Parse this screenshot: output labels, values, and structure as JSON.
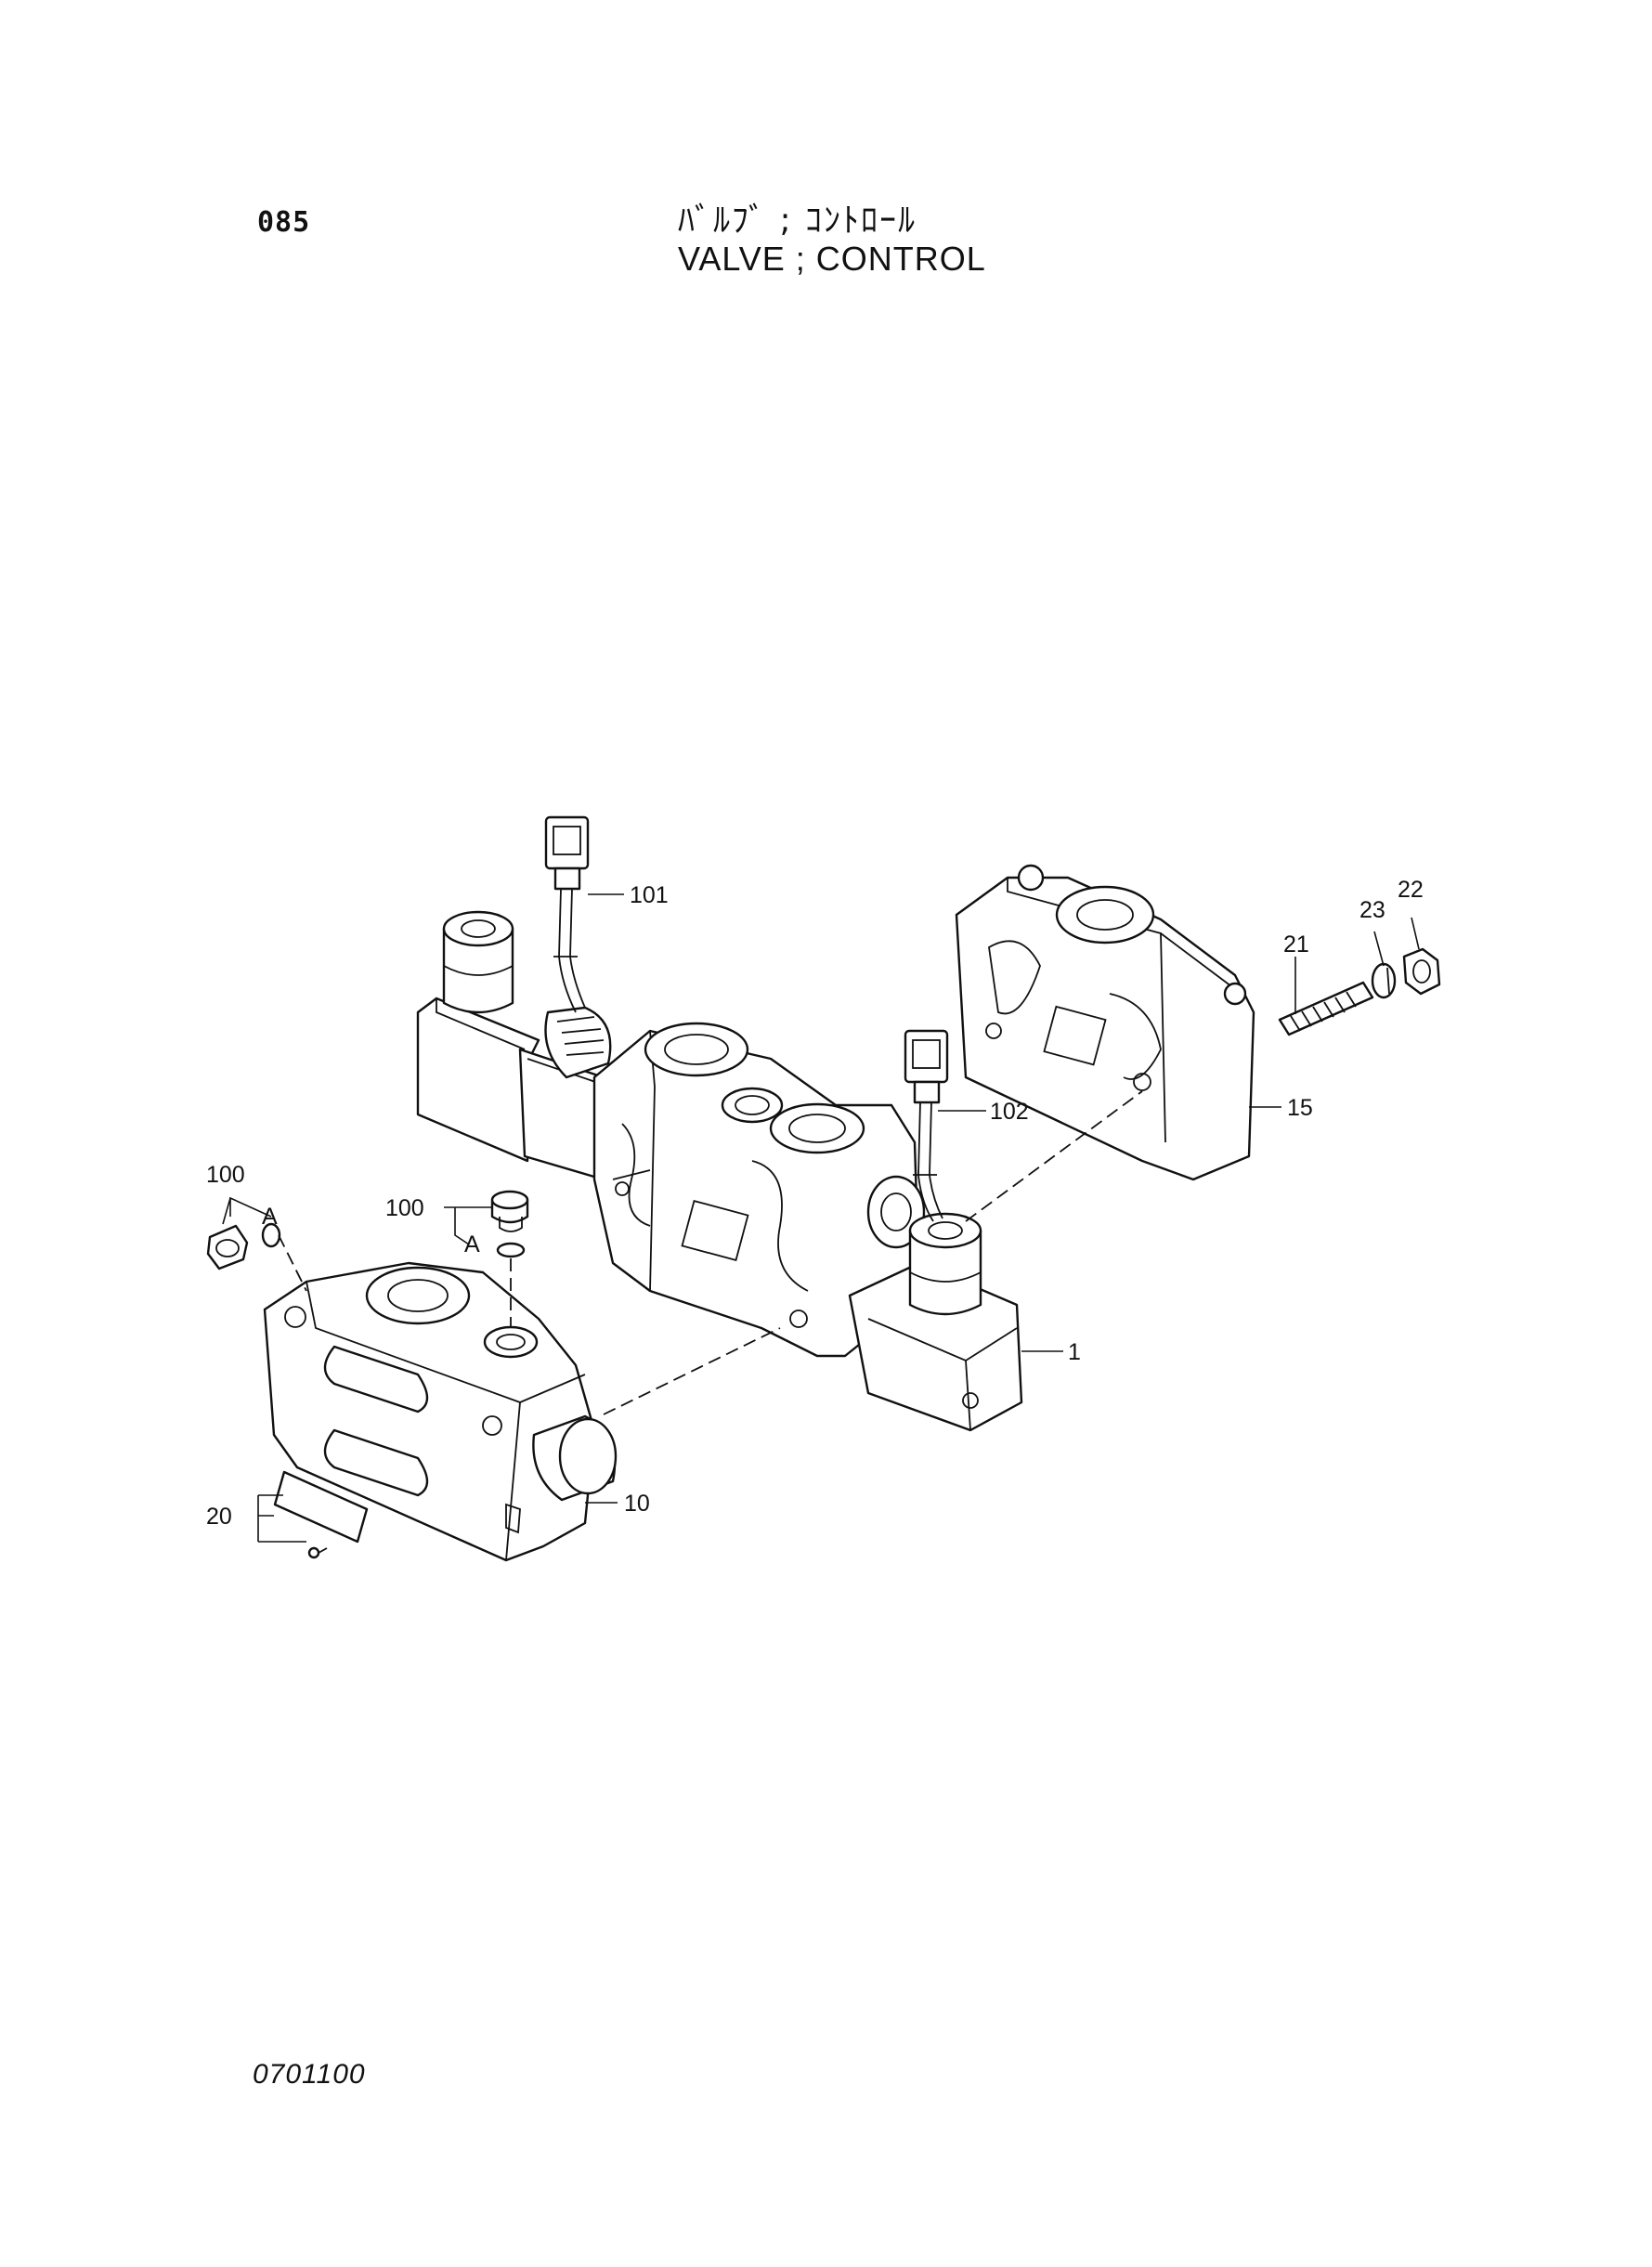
{
  "header": {
    "page_number": "085",
    "title_jp": "ﾊﾞﾙﾌﾞ ; ｺﾝﾄﾛｰﾙ",
    "title_en": "VALVE ; CONTROL"
  },
  "callouts": {
    "p1": "1",
    "p10": "10",
    "p15": "15",
    "p20": "20",
    "p21": "21",
    "p22": "22",
    "p23": "23",
    "p100_left": "100",
    "p100_mid": "100",
    "a_left": "A",
    "a_mid": "A",
    "p101": "101",
    "p102": "102"
  },
  "footer": {
    "drawing_number": "0701100"
  }
}
